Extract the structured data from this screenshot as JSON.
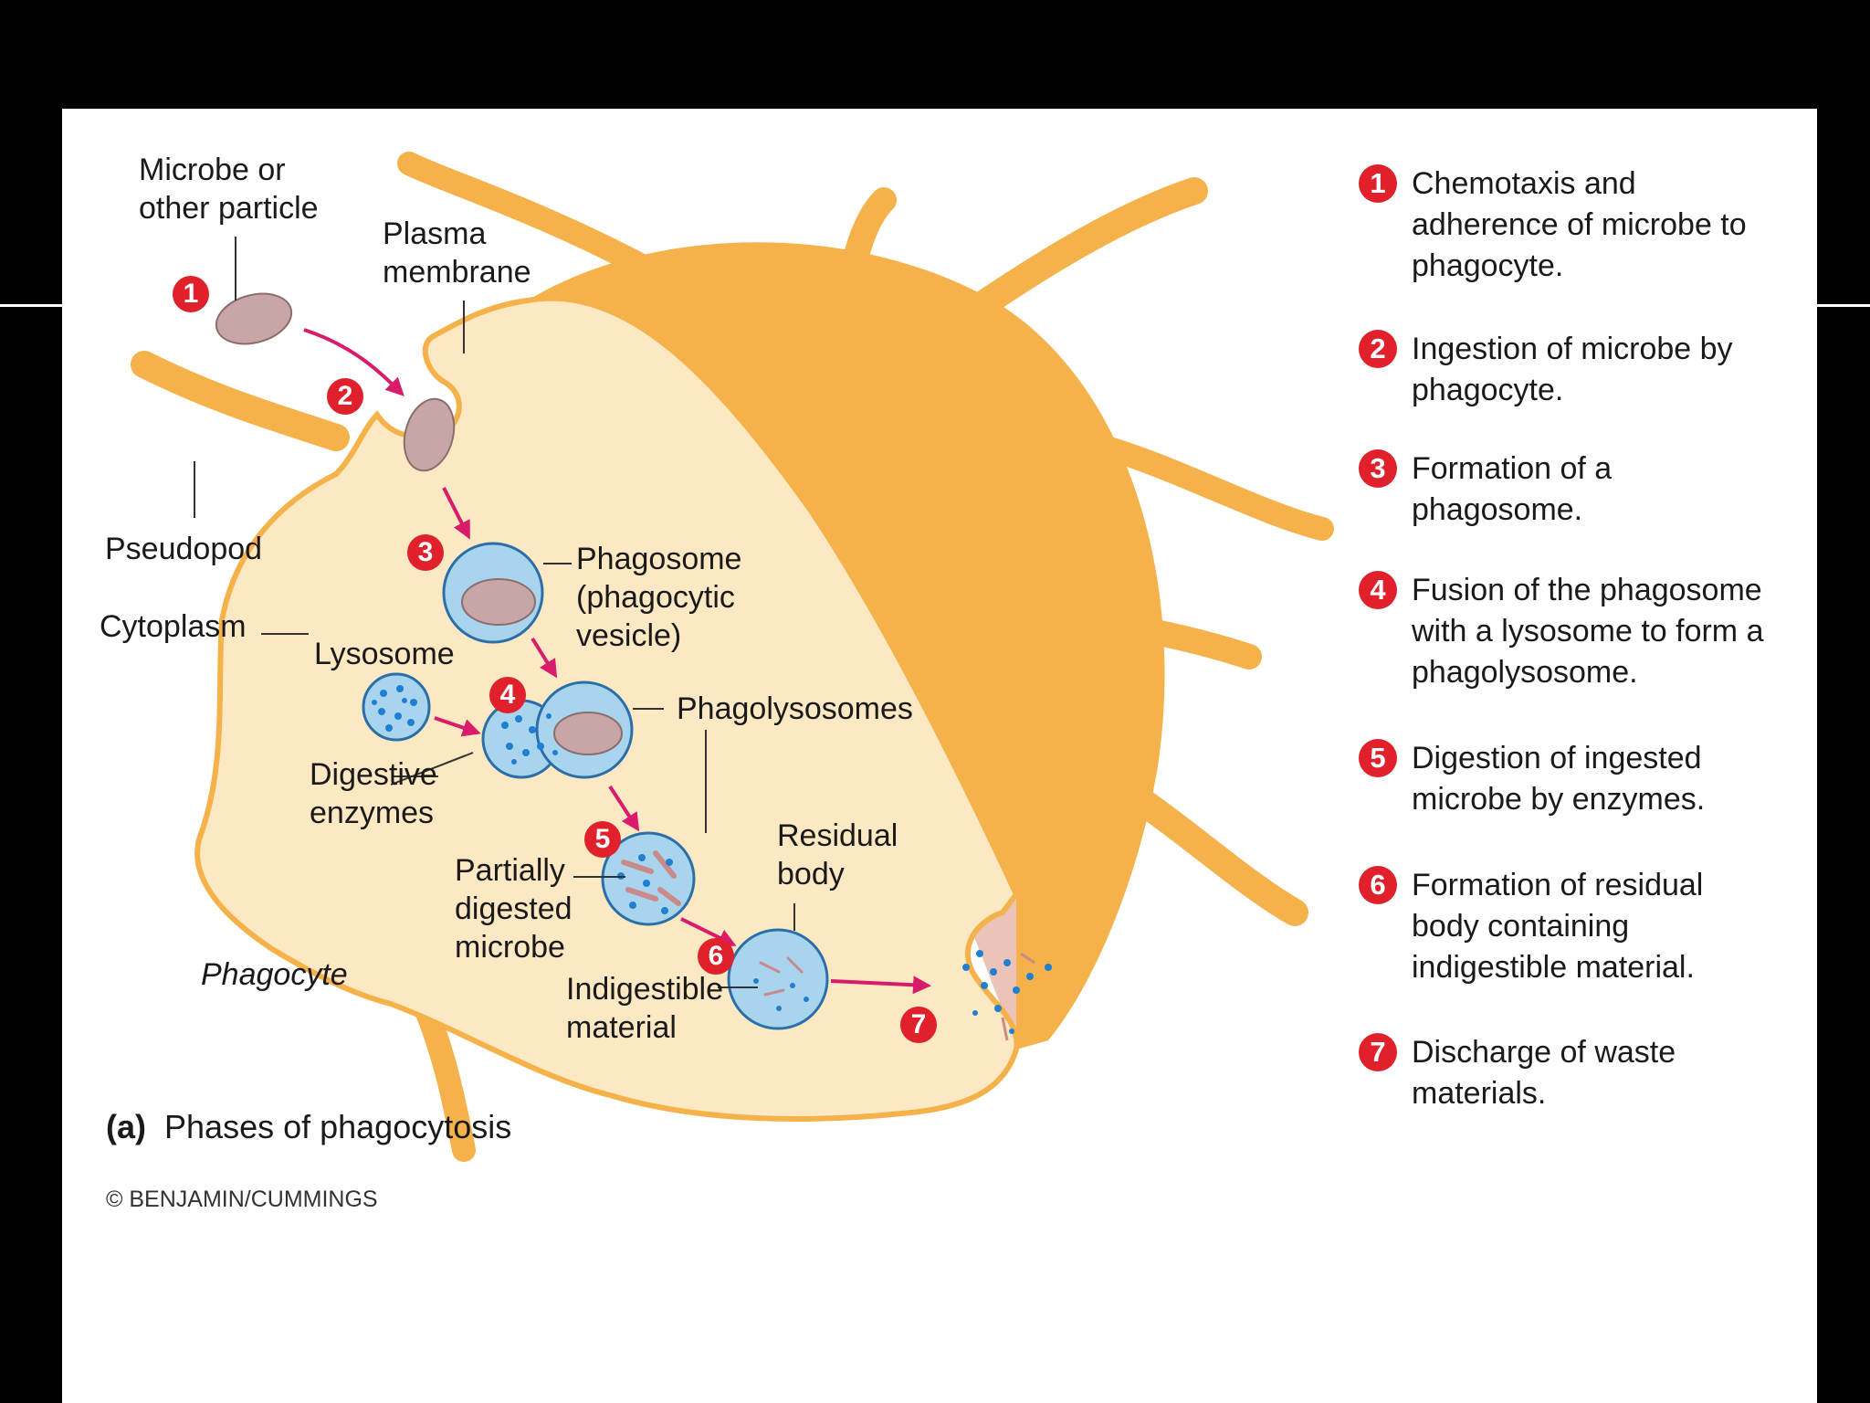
{
  "colors": {
    "step_red": "#e0202a",
    "arrow_pink": "#d81b6a",
    "cell_orange": "#f5b24a",
    "cytoplasm": "#fde8c4",
    "vesicle_blue": "#a8d4ee",
    "enzyme_blue": "#1f7fd1",
    "microbe": "#c9a6a6"
  },
  "labels": {
    "microbe": "Microbe or\nother particle",
    "plasma_membrane": "Plasma\nmembrane",
    "pseudopod": "Pseudopod",
    "cytoplasm": "Cytoplasm",
    "lysosome": "Lysosome",
    "phagosome": "Phagosome\n(phagocytic\nvesicle)",
    "phagolysosomes": "Phagolysosomes",
    "digestive_enzymes": "Digestive\nenzymes",
    "residual_body": "Residual\nbody",
    "partially_digested": "Partially\ndigested\nmicrobe",
    "phagocyte": "Phagocyte",
    "indigestible": "Indigestible\nmaterial"
  },
  "steps": [
    {
      "num": "1",
      "text": "Chemotaxis and adherence of microbe to phagocyte."
    },
    {
      "num": "2",
      "text": "Ingestion of microbe by phagocyte."
    },
    {
      "num": "3",
      "text": "Formation of a phagosome."
    },
    {
      "num": "4",
      "text": "Fusion of the phagosome with a lysosome to form a phagolysosome."
    },
    {
      "num": "5",
      "text": "Digestion of ingested microbe by enzymes."
    },
    {
      "num": "6",
      "text": "Formation of residual body containing indigestible material."
    },
    {
      "num": "7",
      "text": "Discharge of waste materials."
    }
  ],
  "caption": {
    "part": "(a)",
    "title": "Phases of phagocytosis"
  },
  "credit": "© BENJAMIN/CUMMINGS"
}
